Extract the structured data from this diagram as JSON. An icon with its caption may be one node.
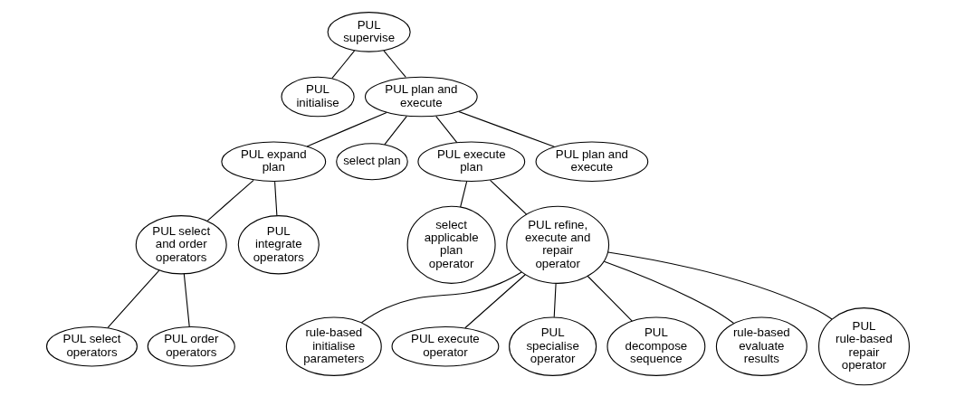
{
  "diagram": {
    "nodes": [
      {
        "text": [
          "PUL supervise"
        ]
      },
      {
        "text": [
          "PUL initialise"
        ]
      },
      {
        "text": [
          "PUL plan and execute"
        ]
      },
      {
        "text": [
          "PUL expand plan"
        ]
      },
      {
        "text": [
          "select plan"
        ]
      },
      {
        "text": [
          "PUL execute plan"
        ]
      },
      {
        "text": [
          "PUL plan and execute"
        ]
      },
      {
        "text": [
          "PUL select and order operators"
        ]
      },
      {
        "text": [
          "PUL integrate operators"
        ]
      },
      {
        "text": [
          "select applicable plan operator"
        ]
      },
      {
        "text": [
          "PUL refine, execute and repair operator"
        ]
      },
      {
        "text": [
          "PUL select operators"
        ]
      },
      {
        "text": [
          "PUL order operators"
        ]
      },
      {
        "text": [
          "rule-based initialise parameters"
        ]
      },
      {
        "text": [
          "PUL execute operator"
        ]
      },
      {
        "text": [
          "PUL specialise operator"
        ]
      },
      {
        "text": [
          "PUL decompose sequence"
        ]
      },
      {
        "text": [
          "rule-based evaluate results"
        ]
      },
      {
        "text": [
          "PUL rule-based repair operator"
        ]
      }
    ],
    "edges": [
      {
        "from": 0,
        "to": 1,
        "arrow": "none"
      },
      {
        "from": 0,
        "to": 2,
        "arrow": "none"
      },
      {
        "from": 2,
        "to": 3,
        "arrow": "none"
      },
      {
        "from": 2,
        "to": 4,
        "arrow": "none"
      },
      {
        "from": 2,
        "to": 5,
        "arrow": "none"
      },
      {
        "from": 2,
        "to": 6,
        "arrow": "none"
      },
      {
        "from": 3,
        "to": 7,
        "arrow": "none"
      },
      {
        "from": 3,
        "to": 8,
        "arrow": "none"
      },
      {
        "from": 5,
        "to": 9,
        "arrow": "none"
      },
      {
        "from": 5,
        "to": 10,
        "arrow": "none"
      },
      {
        "from": 7,
        "to": 11,
        "arrow": "none"
      },
      {
        "from": 7,
        "to": 12,
        "arrow": "none"
      },
      {
        "from": 10,
        "to": 13,
        "arrow": "none"
      },
      {
        "from": 10,
        "to": 14,
        "arrow": "none"
      },
      {
        "from": 10,
        "to": 15,
        "arrow": "none"
      },
      {
        "from": 10,
        "to": 16,
        "arrow": "none"
      },
      {
        "from": 10,
        "to": 17,
        "arrow": "none"
      },
      {
        "from": 10,
        "to": 18,
        "arrow": "none"
      }
    ]
  }
}
